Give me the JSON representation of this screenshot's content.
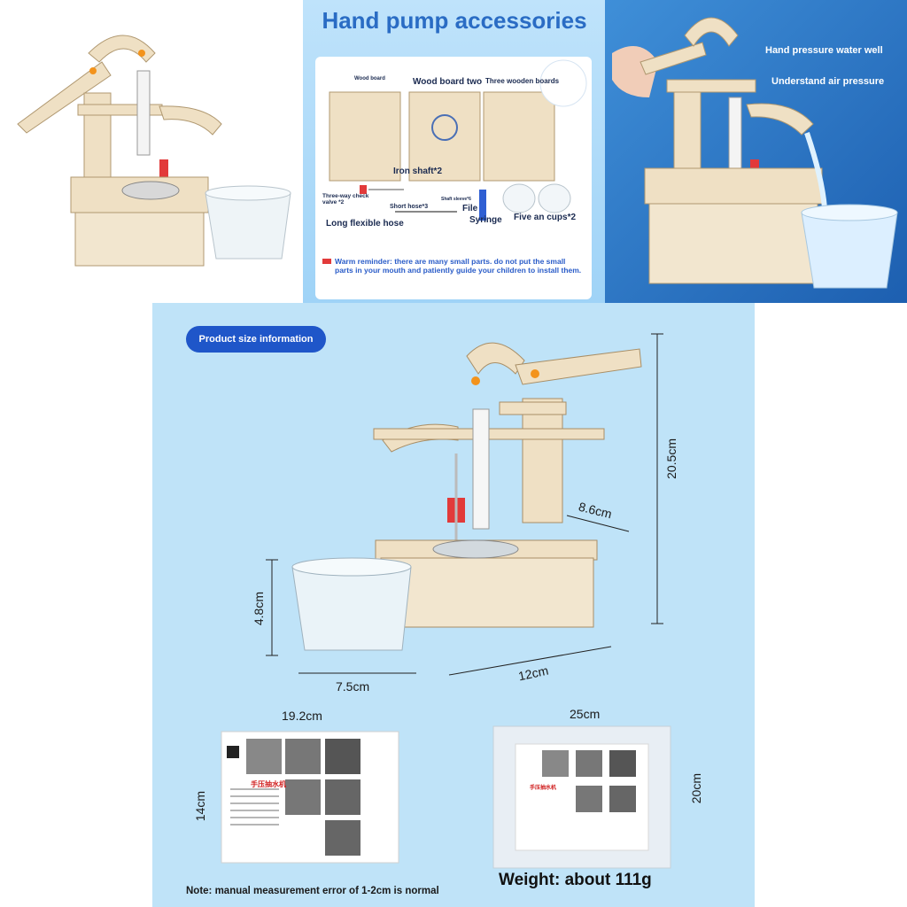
{
  "panel_b": {
    "title": "Hand pump accessories",
    "labels": {
      "wood_board": "Wood board",
      "wood_board_two": "Wood board two",
      "three_wooden_boards": "Three wooden boards",
      "iron_shaft": "Iron shaft*2",
      "three_way_valve": "Three-way check valve *2",
      "short_hose": "Short hose*3",
      "short_sleeve": "Shaft sleeve*6",
      "file": "File",
      "syringe": "Syringe",
      "cups": "Five an cups*2",
      "long_hose": "Long flexible hose"
    },
    "warning": "Warm reminder: there are many small parts. do not put the small parts in your mouth and patiently guide your children to install them."
  },
  "panel_c": {
    "line1": "Hand pressure water well",
    "line2": "Understand air pressure"
  },
  "panel_d": {
    "badge": "Product size information",
    "dims": {
      "height": "20.5cm",
      "depth": "8.6cm",
      "base_height": "4.8cm",
      "cup_width": "7.5cm",
      "base_width": "12cm",
      "card_width": "19.2cm",
      "card_height": "14cm",
      "bag_width": "25cm",
      "bag_height": "20cm"
    },
    "card_title": "手压抽水机",
    "note": "Note: manual measurement error of 1-2cm is normal",
    "weight": "Weight: about 111g"
  },
  "colors": {
    "accent_blue": "#2a6cc4",
    "badge_blue": "#1f56c9",
    "wood": "#efe0c4",
    "sky": "#bfe3f8"
  }
}
